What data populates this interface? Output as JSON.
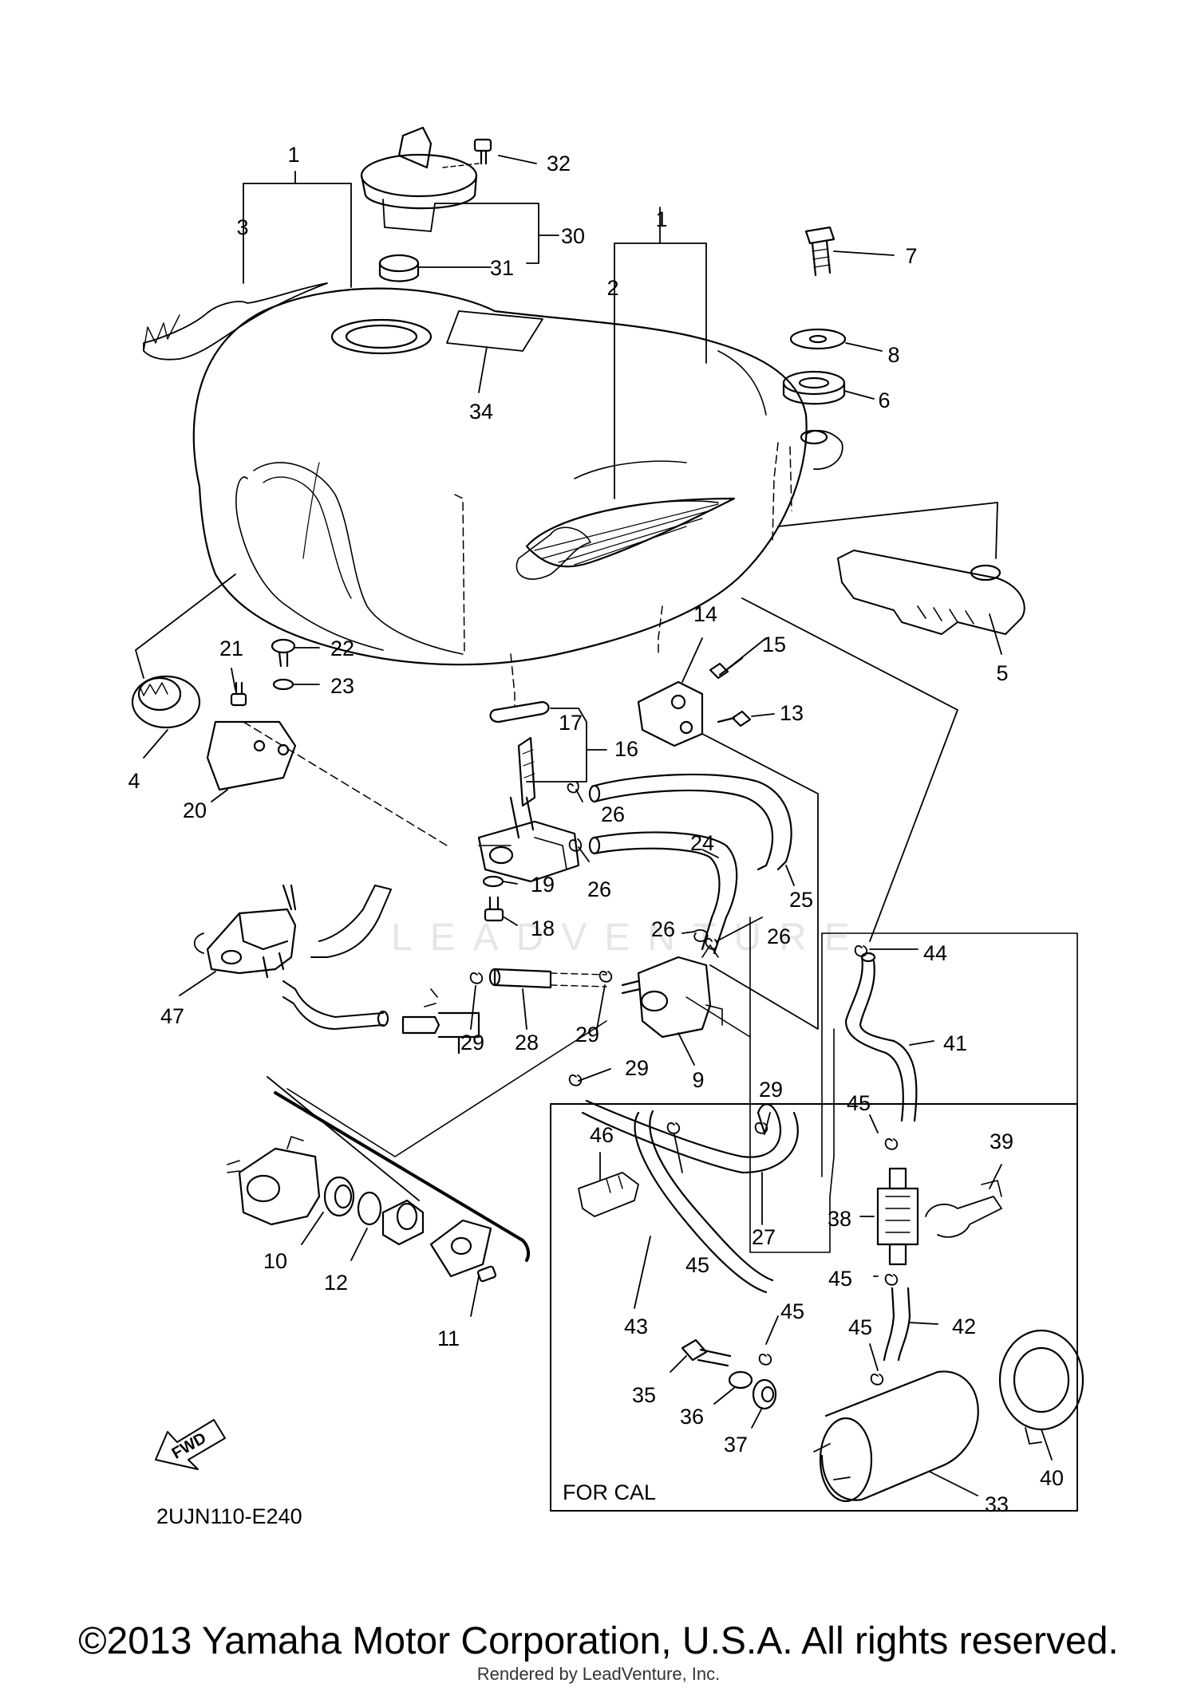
{
  "diagram": {
    "code": "2UJN110-E240",
    "box_label": "FOR CAL",
    "fwd_label": "FWD",
    "callout_numbers": [
      "1",
      "1",
      "2",
      "3",
      "4",
      "5",
      "6",
      "7",
      "8",
      "9",
      "10",
      "11",
      "12",
      "13",
      "14",
      "15",
      "16",
      "17",
      "18",
      "19",
      "20",
      "21",
      "22",
      "23",
      "24",
      "25",
      "26",
      "26",
      "26",
      "26",
      "27",
      "28",
      "29",
      "29",
      "29",
      "29",
      "30",
      "31",
      "32",
      "33",
      "34",
      "35",
      "36",
      "37",
      "38",
      "39",
      "40",
      "41",
      "42",
      "43",
      "44",
      "45",
      "45",
      "45",
      "45",
      "45",
      "46",
      "47"
    ]
  },
  "watermark": "LEADVENTURE",
  "footer": {
    "copyright": "©2013 Yamaha Motor Corporation, U.S.A. All rights reserved.",
    "rendered_by": "Rendered by LeadVenture, Inc."
  }
}
